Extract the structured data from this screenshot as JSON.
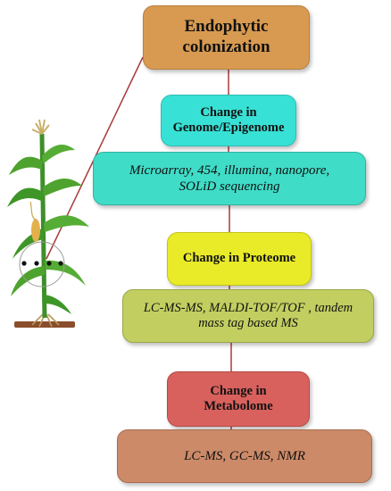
{
  "boxes": {
    "endophytic": {
      "line1": "Endophytic",
      "line2": "colonization"
    },
    "genome": {
      "line1": "Change in",
      "line2": "Genome/Epigenome"
    },
    "genome_methods": {
      "line1": "Microarray, 454, illumina, nanopore,",
      "line2": "SOLiD sequencing"
    },
    "proteome": {
      "line1": "Change in Proteome"
    },
    "proteome_methods": {
      "line1": "LC-MS-MS, MALDI-TOF/TOF , tandem",
      "line2": "mass tag based MS"
    },
    "metabolome": {
      "line1": "Change in",
      "line2": "Metabolome"
    },
    "metabolome_methods": {
      "line1": "LC-MS, GC-MS, NMR"
    }
  },
  "icons": {
    "plant": "maize-plant-icon"
  },
  "colors": {
    "endophytic": "#d89a50",
    "genome": "#38e1d5",
    "genome_methods": "#3fdcc7",
    "proteome": "#e9eb28",
    "proteome_methods": "#c2cf60",
    "metabolome": "#d9615d",
    "metabolome_methods": "#cc8a68",
    "connector": "#a83a3a"
  }
}
